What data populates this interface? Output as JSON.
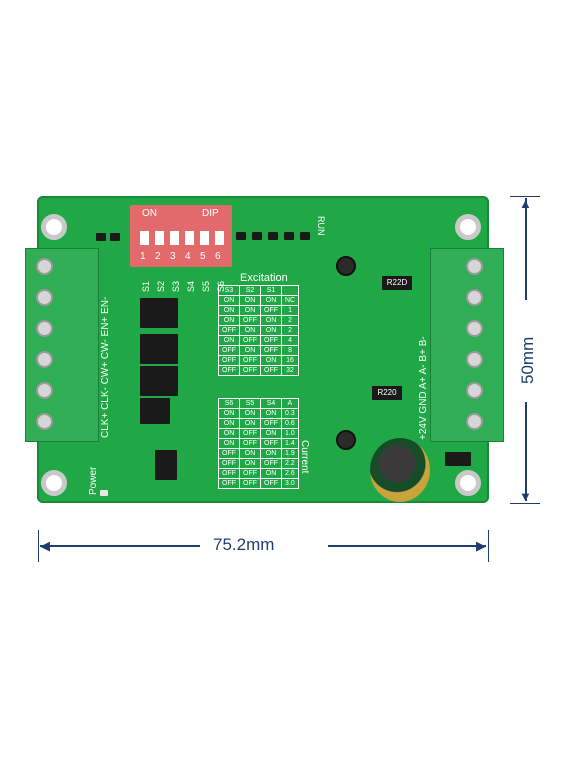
{
  "dip": {
    "on_label": "ON",
    "dip_label": "DIP",
    "numbers": [
      "1",
      "2",
      "3",
      "4",
      "5",
      "6"
    ]
  },
  "switch_labels": [
    "S1",
    "S2",
    "S3",
    "S4",
    "S5",
    "S6"
  ],
  "excitation_label": "Excitation",
  "current_label": "Current",
  "power_label": "Power",
  "run_label": "RUN",
  "left_terminal": [
    "CLK+",
    "CLK-",
    "CW+",
    "CW-",
    "EN+",
    "EN-"
  ],
  "right_terminal": [
    "+24V",
    "GND",
    "A+",
    "A-",
    "B+",
    "B-"
  ],
  "excitation_table": {
    "headers": [
      "S3",
      "S2",
      "S1",
      ""
    ],
    "rows": [
      [
        "ON",
        "ON",
        "ON",
        "NC"
      ],
      [
        "ON",
        "ON",
        "OFF",
        "1"
      ],
      [
        "ON",
        "OFF",
        "ON",
        "2"
      ],
      [
        "OFF",
        "ON",
        "ON",
        "2"
      ],
      [
        "ON",
        "OFF",
        "OFF",
        "4"
      ],
      [
        "OFF",
        "ON",
        "OFF",
        "8"
      ],
      [
        "OFF",
        "OFF",
        "ON",
        "16"
      ],
      [
        "OFF",
        "OFF",
        "OFF",
        "32"
      ]
    ]
  },
  "current_table": {
    "headers": [
      "S6",
      "S5",
      "S4",
      "A"
    ],
    "rows": [
      [
        "ON",
        "ON",
        "ON",
        "0.3"
      ],
      [
        "ON",
        "ON",
        "OFF",
        "0.6"
      ],
      [
        "ON",
        "OFF",
        "ON",
        "1.0"
      ],
      [
        "ON",
        "OFF",
        "OFF",
        "1.4"
      ],
      [
        "OFF",
        "ON",
        "ON",
        "1.9"
      ],
      [
        "OFF",
        "ON",
        "OFF",
        "2.2"
      ],
      [
        "OFF",
        "OFF",
        "ON",
        "2.6"
      ],
      [
        "OFF",
        "OFF",
        "OFF",
        "3.0"
      ]
    ]
  },
  "resistors": [
    "R220",
    "R22D"
  ],
  "dimensions": {
    "width": "75.2mm",
    "height": "50mm"
  },
  "colors": {
    "pcb": "#1fa845",
    "dimension": "#1e3f6e",
    "dip": "#e36a6a"
  }
}
